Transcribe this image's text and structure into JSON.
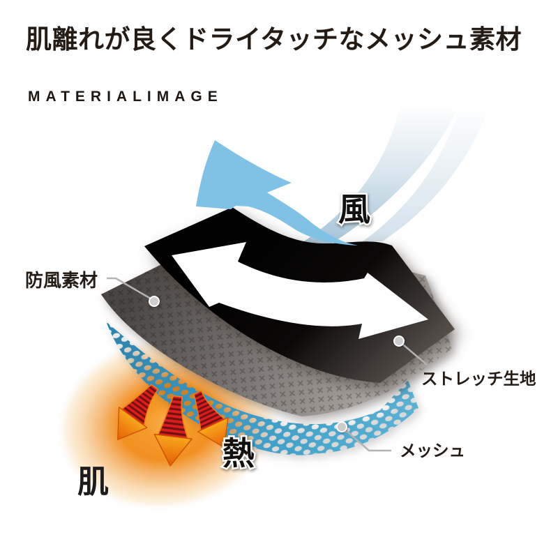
{
  "title": "肌離れが良くドライタッチなメッシュ素材",
  "subtitle": "MATERIALIMAGE",
  "labels": {
    "wind": "風",
    "windproof_material": "防風素材",
    "stretch_fabric": "ストレッチ生地",
    "mesh": "メッシュ",
    "heat": "熱",
    "skin": "肌"
  },
  "colors": {
    "wind_arrow_blue": "#7fc2e5",
    "mesh_blue": "#3f9fc8",
    "glow_orange": "#f29021",
    "heat_red": "#e01b1b",
    "heat_arrow_orange": "#f7a71d",
    "layer_black": "#0d0a08",
    "layer_gray": "#8a8785",
    "text_dark": "#241b15",
    "leader_line_gray": "#b3b3b3"
  }
}
